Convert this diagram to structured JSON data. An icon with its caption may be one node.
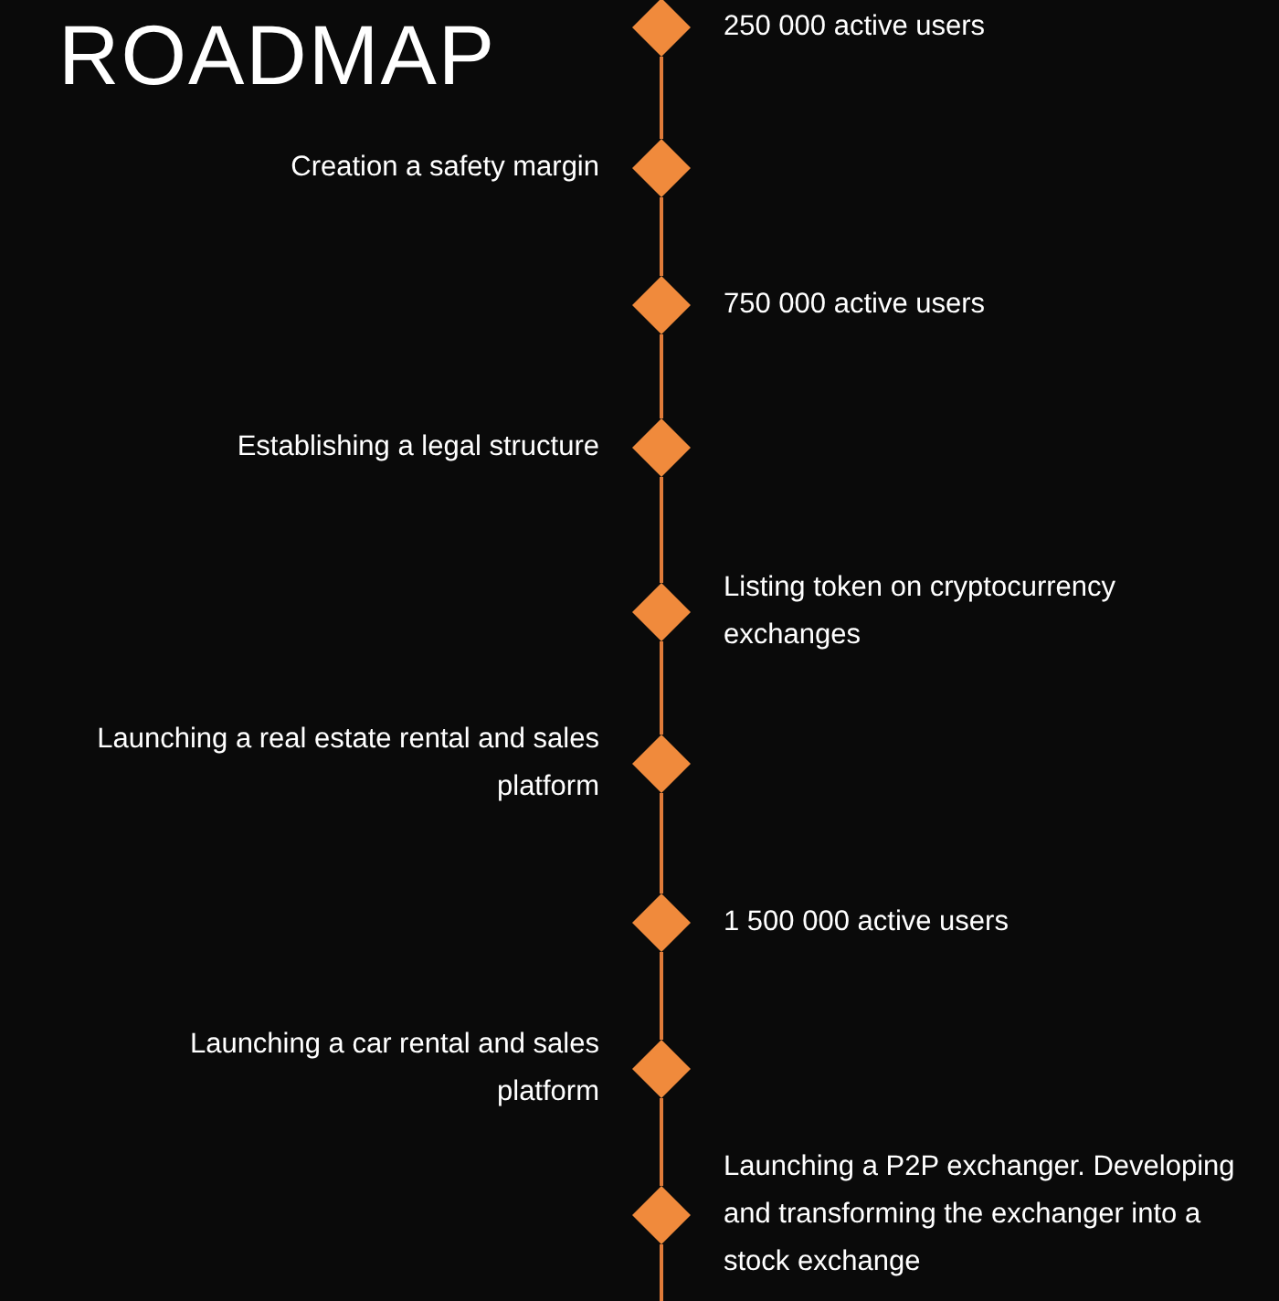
{
  "diagram": {
    "title": "ROADMAP",
    "nodes": [
      {
        "text": [
          "250 000 active users"
        ]
      },
      {
        "text": [
          "Creation a safety margin"
        ]
      },
      {
        "text": [
          "750 000 active users"
        ]
      },
      {
        "text": [
          "Establishing a legal structure"
        ]
      },
      {
        "text": [
          "Listing token on cryptocurrency exchanges"
        ]
      },
      {
        "text": [
          "Launching a real estate rental and sales platform"
        ]
      },
      {
        "text": [
          "1 500 000 active users"
        ]
      },
      {
        "text": [
          "Launching a car rental and sales platform"
        ]
      },
      {
        "text": [
          "Launching a P2P exchanger. Developing and transforming the exchanger into a stock exchange"
        ]
      }
    ],
    "edges": [
      {
        "from": 0,
        "to": 1,
        "arrow": "none"
      },
      {
        "from": 1,
        "to": 2,
        "arrow": "none"
      },
      {
        "from": 2,
        "to": 3,
        "arrow": "none"
      },
      {
        "from": 3,
        "to": 4,
        "arrow": "none"
      },
      {
        "from": 4,
        "to": 5,
        "arrow": "none"
      },
      {
        "from": 5,
        "to": 6,
        "arrow": "none"
      },
      {
        "from": 6,
        "to": 7,
        "arrow": "none"
      },
      {
        "from": 7,
        "to": 8,
        "arrow": "none"
      }
    ]
  }
}
